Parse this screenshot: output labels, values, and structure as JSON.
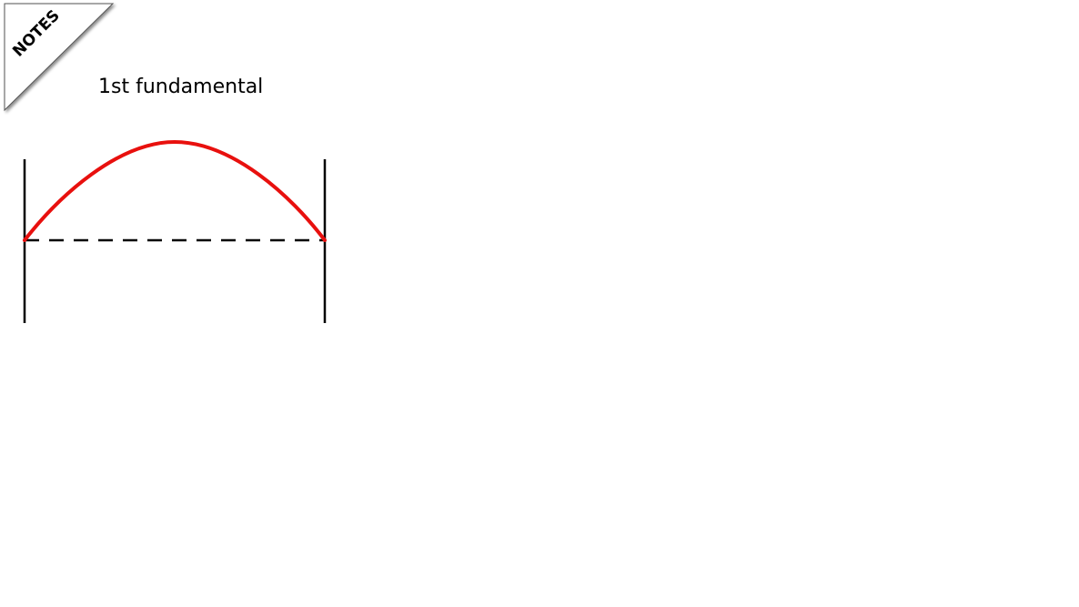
{
  "corner_tag": {
    "label": "NOTES"
  },
  "title": "1st fundamental",
  "diagram": {
    "wave_color": "#e8100e",
    "line_color": "#000000",
    "mode": 1
  }
}
